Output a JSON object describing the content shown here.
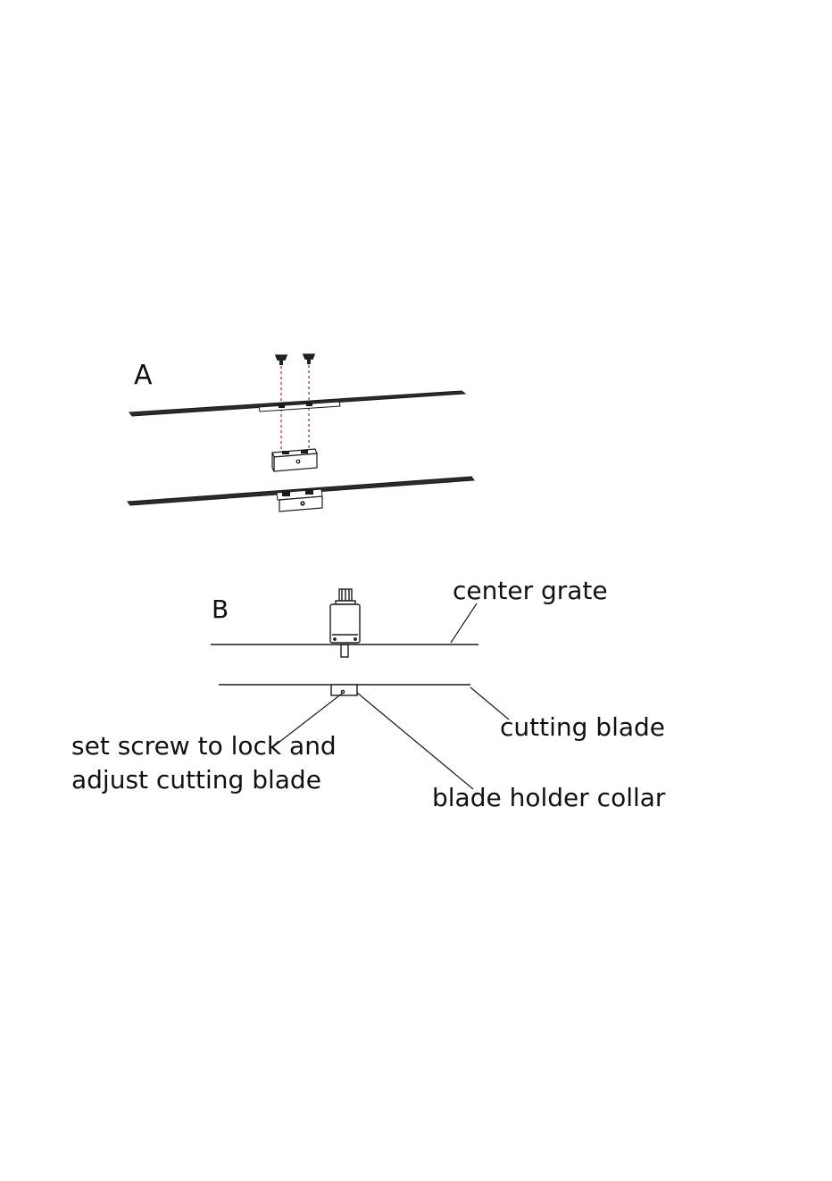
{
  "panels": {
    "a": {
      "letter": "A"
    },
    "b": {
      "letter": "B"
    }
  },
  "callouts": {
    "center_grate": "center grate",
    "cutting_blade": "cutting blade",
    "set_screw": [
      "set screw to lock and",
      "adjust cutting blade"
    ],
    "blade_holder_collar": "blade holder collar"
  },
  "colors": {
    "line": "#1a1a1a",
    "guide": "#c0392b",
    "background": "#ffffff"
  }
}
